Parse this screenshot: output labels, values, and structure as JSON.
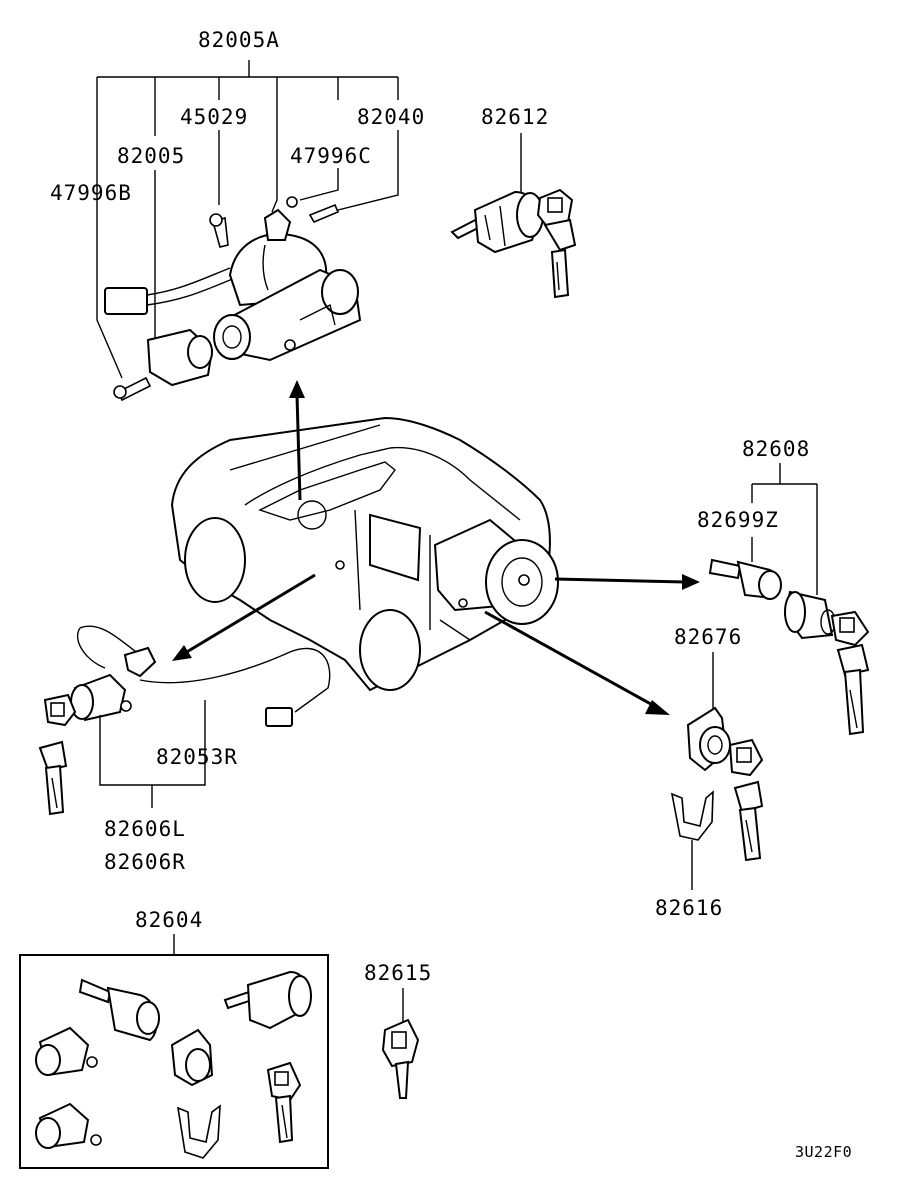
{
  "labels": {
    "p82005A": "82005A",
    "p45029": "45029",
    "p82040": "82040",
    "p82612": "82612",
    "p82005": "82005",
    "p47996C": "47996C",
    "p47996B": "47996B",
    "p82608": "82608",
    "p82699Z": "82699Z",
    "p82676": "82676",
    "p82053R": "82053R",
    "p82606L": "82606L",
    "p82606R": "82606R",
    "p82616": "82616",
    "p82604": "82604",
    "p82615": "82615",
    "figure_code": "3U22F0"
  },
  "icons": {
    "ignition_assembly": "ignition-switch-assembly-icon",
    "steering_lock": "steering-lock-cylinder-icon",
    "vehicle": "suv-vehicle-icon",
    "spare_tire_lock": "spare-tire-lock-icon",
    "door_lock": "door-lock-cylinder-icon",
    "tailgate_lock": "tailgate-lock-cylinder-icon",
    "key": "key-icon",
    "clip": "retaining-clip-icon",
    "lock_set": "lock-cylinder-set-icon"
  }
}
